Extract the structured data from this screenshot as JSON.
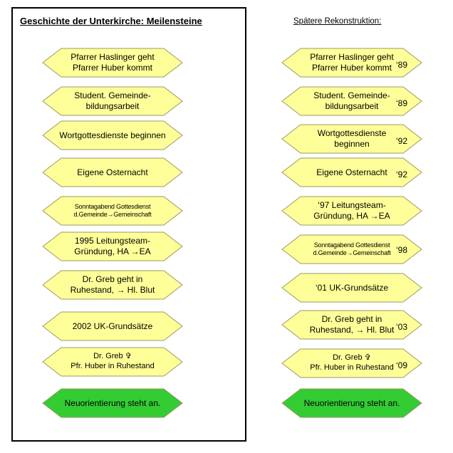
{
  "left_title": "Geschichte der Unterkirche: Meilensteine",
  "right_title": "Spätere Rekonstruktion:",
  "colors": {
    "yellow": "#ffff99",
    "green": "#33cc33",
    "stroke": "#999966"
  },
  "left_items": [
    {
      "text": "Pfarrer Haslinger geht\nPfarrer Huber kommt",
      "size": "normal",
      "color": "yellow"
    },
    {
      "text": "Student. Gemeinde-\nbildungsarbeit",
      "size": "normal",
      "color": "yellow"
    },
    {
      "text": "Wortgottesdienste beginnen",
      "size": "normal",
      "color": "yellow"
    },
    {
      "text": "Eigene Osternacht",
      "size": "normal",
      "color": "yellow"
    },
    {
      "text": "Sonntagabend Gottesdienst\nd.Gemeinde→Gemeinschaft",
      "size": "small",
      "color": "yellow"
    },
    {
      "text": "1995 Leitungsteam-\nGründung, HA →EA",
      "size": "normal",
      "color": "yellow"
    },
    {
      "text": "Dr. Greb geht in\nRuhestand, → Hl. Blut",
      "size": "normal",
      "color": "yellow"
    },
    {
      "text": "2002 UK-Grundsätze",
      "size": "normal",
      "color": "yellow"
    },
    {
      "text": "Dr. Greb ✞\nPfr. Huber in Ruhestand",
      "size": "mixed",
      "color": "yellow"
    },
    {
      "text": "Neuorientierung steht an.",
      "size": "normal",
      "color": "green"
    }
  ],
  "right_items": [
    {
      "text": "Pfarrer Haslinger geht\nPfarrer Huber kommt",
      "year": "‘89",
      "size": "normal",
      "color": "yellow"
    },
    {
      "text": "Student. Gemeinde-\nbildungsarbeit",
      "year": "‘89",
      "size": "normal",
      "color": "yellow"
    },
    {
      "text": "Wortgottesdienste\nbeginnen",
      "year": "‘92",
      "size": "normal",
      "color": "yellow"
    },
    {
      "text": "Eigene Osternacht",
      "year": "‘92",
      "size": "normal",
      "color": "yellow"
    },
    {
      "text": "‘97  Leitungsteam-\nGründung, HA →EA",
      "year": "",
      "size": "normal",
      "color": "yellow"
    },
    {
      "text": "Sonntagabend Gottesdienst\nd.Gemeinde→Gemeinschaft",
      "year": "‘98",
      "size": "small",
      "color": "yellow"
    },
    {
      "text": "‘01  UK-Grundsätze",
      "year": "",
      "size": "normal",
      "color": "yellow"
    },
    {
      "text": "Dr. Greb geht in\nRuhestand, → Hl. Blut",
      "year": "‘03",
      "size": "normal",
      "color": "yellow"
    },
    {
      "text": "Dr. Greb ✞\nPfr. Huber in Ruhestand",
      "year": "‘09",
      "size": "mixed",
      "color": "yellow"
    },
    {
      "text": "Neuorientierung steht an.",
      "year": "",
      "size": "normal",
      "color": "green"
    }
  ]
}
